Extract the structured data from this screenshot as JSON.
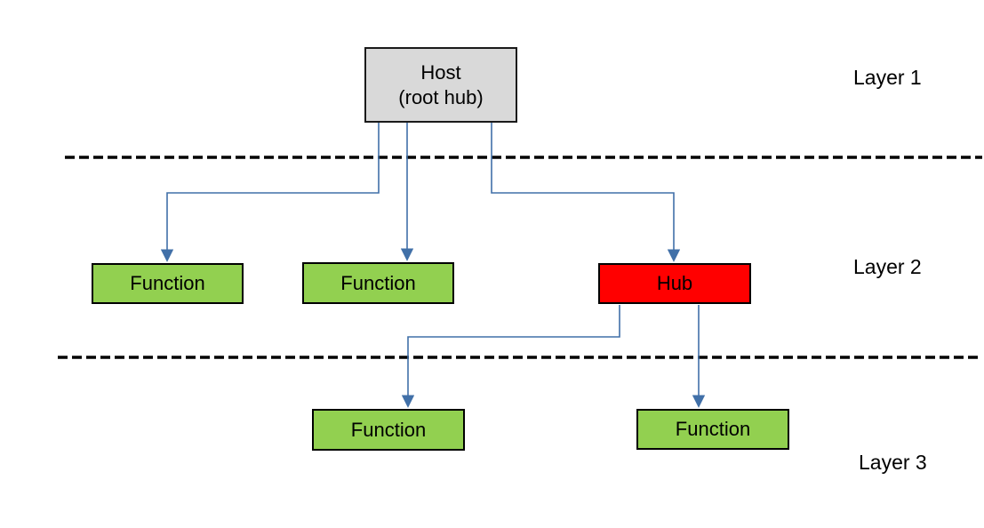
{
  "diagram": {
    "type": "layered-topology-diagram",
    "nodes": {
      "host": {
        "line1": "Host",
        "line2": "(root hub)"
      },
      "function_l2_left": {
        "label": "Function"
      },
      "function_l2_mid": {
        "label": "Function"
      },
      "hub": {
        "label": "Hub"
      },
      "function_l3_left": {
        "label": "Function"
      },
      "function_l3_right": {
        "label": "Function"
      }
    },
    "layer_labels": {
      "layer1": "Layer 1",
      "layer2": "Layer 2",
      "layer3": "Layer 3"
    }
  },
  "colors": {
    "background": "#ffffff",
    "host_fill": "#d9d9d9",
    "host_border": "#1a1a1a",
    "function_fill": "#92d050",
    "hub_fill": "#ff0000",
    "node_border": "#000000",
    "connector": "#4170a8",
    "divider": "#000000",
    "text": "#000000"
  }
}
